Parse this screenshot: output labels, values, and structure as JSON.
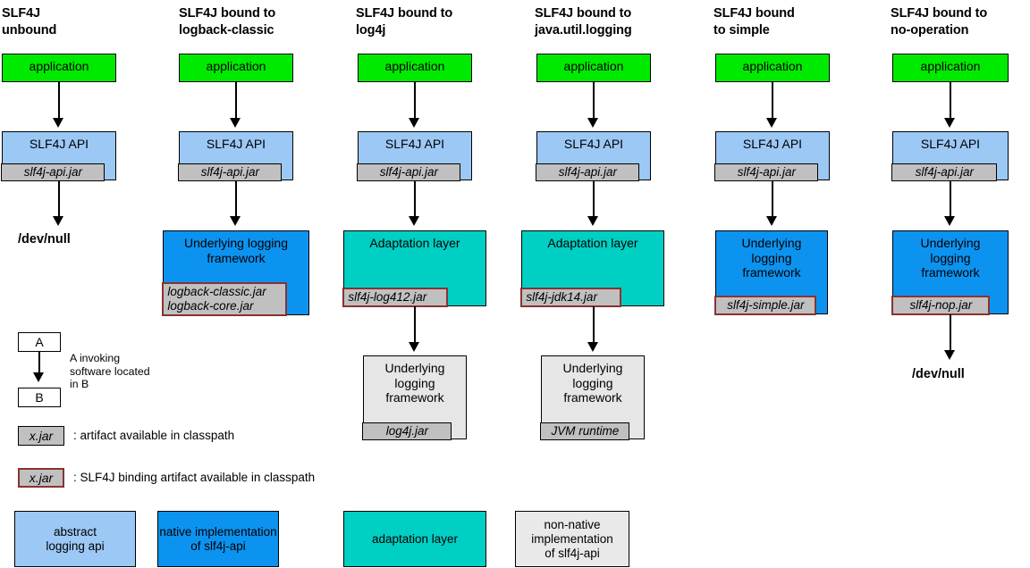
{
  "diagram": {
    "title_text_color": "#000000",
    "colors": {
      "application_green": "#00EA00",
      "slf4j_api_light_blue": "#9CC8F5",
      "native_impl_azure": "#0C93F0",
      "adaptation_teal": "#00CFC4",
      "non_native_gray": "#E6E6E6",
      "jar_chip_gray": "#C0C0C0",
      "binding_border_dark_red": "#8A3232"
    }
  },
  "columns": [
    {
      "title": "SLF4J\nunbound",
      "nodes": [
        {
          "label": "application",
          "kind": "green"
        },
        {
          "label": "SLF4J API",
          "kind": "lightblue",
          "jar": "slf4j-api.jar",
          "jar_kind": "artifact"
        }
      ],
      "terminal": "/dev/null"
    },
    {
      "title": "SLF4J bound to\nlogback-classic",
      "nodes": [
        {
          "label": "application",
          "kind": "green"
        },
        {
          "label": "SLF4J API",
          "kind": "lightblue",
          "jar": "slf4j-api.jar",
          "jar_kind": "artifact"
        },
        {
          "label": "Underlying logging\nframework",
          "kind": "azure",
          "jar": "logback-classic.jar\nlogback-core.jar",
          "jar_kind": "binding"
        }
      ],
      "terminal": null
    },
    {
      "title": "SLF4J bound to\nlog4j",
      "nodes": [
        {
          "label": "application",
          "kind": "green"
        },
        {
          "label": "SLF4J API",
          "kind": "lightblue",
          "jar": "slf4j-api.jar",
          "jar_kind": "artifact"
        },
        {
          "label": "Adaptation layer",
          "kind": "teal",
          "jar": "slf4j-log412.jar",
          "jar_kind": "binding"
        },
        {
          "label": "Underlying\nlogging\nframework",
          "kind": "graybox",
          "jar": "log4j.jar",
          "jar_kind": "artifact"
        }
      ],
      "terminal": null
    },
    {
      "title": "SLF4J bound to\njava.util.logging",
      "nodes": [
        {
          "label": "application",
          "kind": "green"
        },
        {
          "label": "SLF4J API",
          "kind": "lightblue",
          "jar": "slf4j-api.jar",
          "jar_kind": "artifact"
        },
        {
          "label": "Adaptation layer",
          "kind": "teal",
          "jar": "slf4j-jdk14.jar",
          "jar_kind": "binding"
        },
        {
          "label": "Underlying\nlogging\nframework",
          "kind": "graybox",
          "jar": "JVM runtime",
          "jar_kind": "artifact"
        }
      ],
      "terminal": null
    },
    {
      "title": "SLF4J bound\nto simple",
      "nodes": [
        {
          "label": "application",
          "kind": "green"
        },
        {
          "label": "SLF4J API",
          "kind": "lightblue",
          "jar": "slf4j-api.jar",
          "jar_kind": "artifact"
        },
        {
          "label": "Underlying\nlogging\nframework",
          "kind": "azure",
          "jar": "slf4j-simple.jar",
          "jar_kind": "binding"
        }
      ],
      "terminal": null
    },
    {
      "title": "SLF4J bound to\nno-operation",
      "nodes": [
        {
          "label": "application",
          "kind": "green"
        },
        {
          "label": "SLF4J API",
          "kind": "lightblue",
          "jar": "slf4j-api.jar",
          "jar_kind": "artifact"
        },
        {
          "label": "Underlying\nlogging\nframework",
          "kind": "azure",
          "jar": "slf4j-nop.jar",
          "jar_kind": "binding"
        }
      ],
      "terminal": "/dev/null"
    }
  ],
  "legend": {
    "invoke": {
      "box_a": "A",
      "box_b": "B",
      "caption": "A invoking\nsoftware located\nin B"
    },
    "artifact": {
      "chip": "x.jar",
      "caption": ": artifact available in classpath"
    },
    "binding": {
      "chip": "x.jar",
      "caption": ": SLF4J binding artifact available in classpath"
    },
    "swatches": [
      {
        "label": "abstract\nlogging api",
        "kind": "lightblue"
      },
      {
        "label": "native implementation\nof slf4j-api",
        "kind": "azure"
      },
      {
        "label": "adaptation layer",
        "kind": "teal"
      },
      {
        "label": "non-native\nimplementation\nof slf4j-api",
        "kind": "graybox"
      }
    ]
  }
}
